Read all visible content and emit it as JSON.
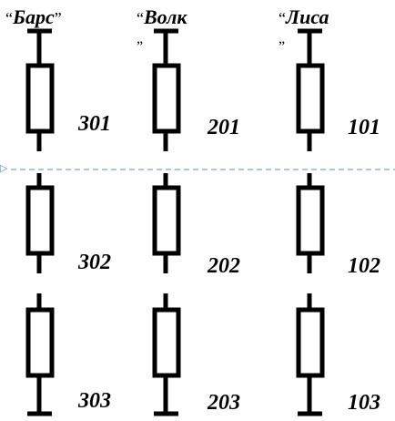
{
  "columns": [
    {
      "name": "Барс",
      "open_quote": "“",
      "close_quote": "”",
      "resistors": [
        "301",
        "302",
        "303"
      ]
    },
    {
      "name": "Волк",
      "open_quote": "“",
      "close_quote": "”",
      "resistors": [
        "201",
        "202",
        "203"
      ]
    },
    {
      "name": "Лиса",
      "open_quote": "“",
      "close_quote": "”",
      "resistors": [
        "101",
        "102",
        "103"
      ]
    }
  ],
  "colors": {
    "stroke": "#000000",
    "divider": "#8fb3d9",
    "divider_marker": "#5b8fc9"
  },
  "icons": {
    "divider_marker": "triangle-right-outline"
  }
}
